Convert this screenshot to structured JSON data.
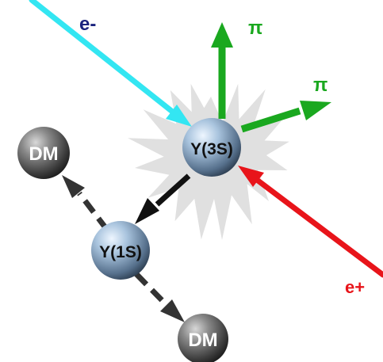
{
  "labels": {
    "electron": "e-",
    "positron": "e+",
    "pion_1": "π",
    "pion_2": "π",
    "upsilon_3s": "Υ(3S)",
    "upsilon_1s": "Υ(1S)",
    "dark_matter_1": "DM",
    "dark_matter_2": "DM"
  },
  "colors": {
    "electron": "#33e6f2",
    "electron_label": "#1a237e",
    "positron": "#e8141a",
    "pion": "#1aa81f",
    "decay_arrow": "#111111",
    "invisible_arrow": "#333333",
    "burst": "#dedede",
    "upsilon_sphere": "#6f8fae",
    "dm_sphere": "#3b3b3b"
  }
}
